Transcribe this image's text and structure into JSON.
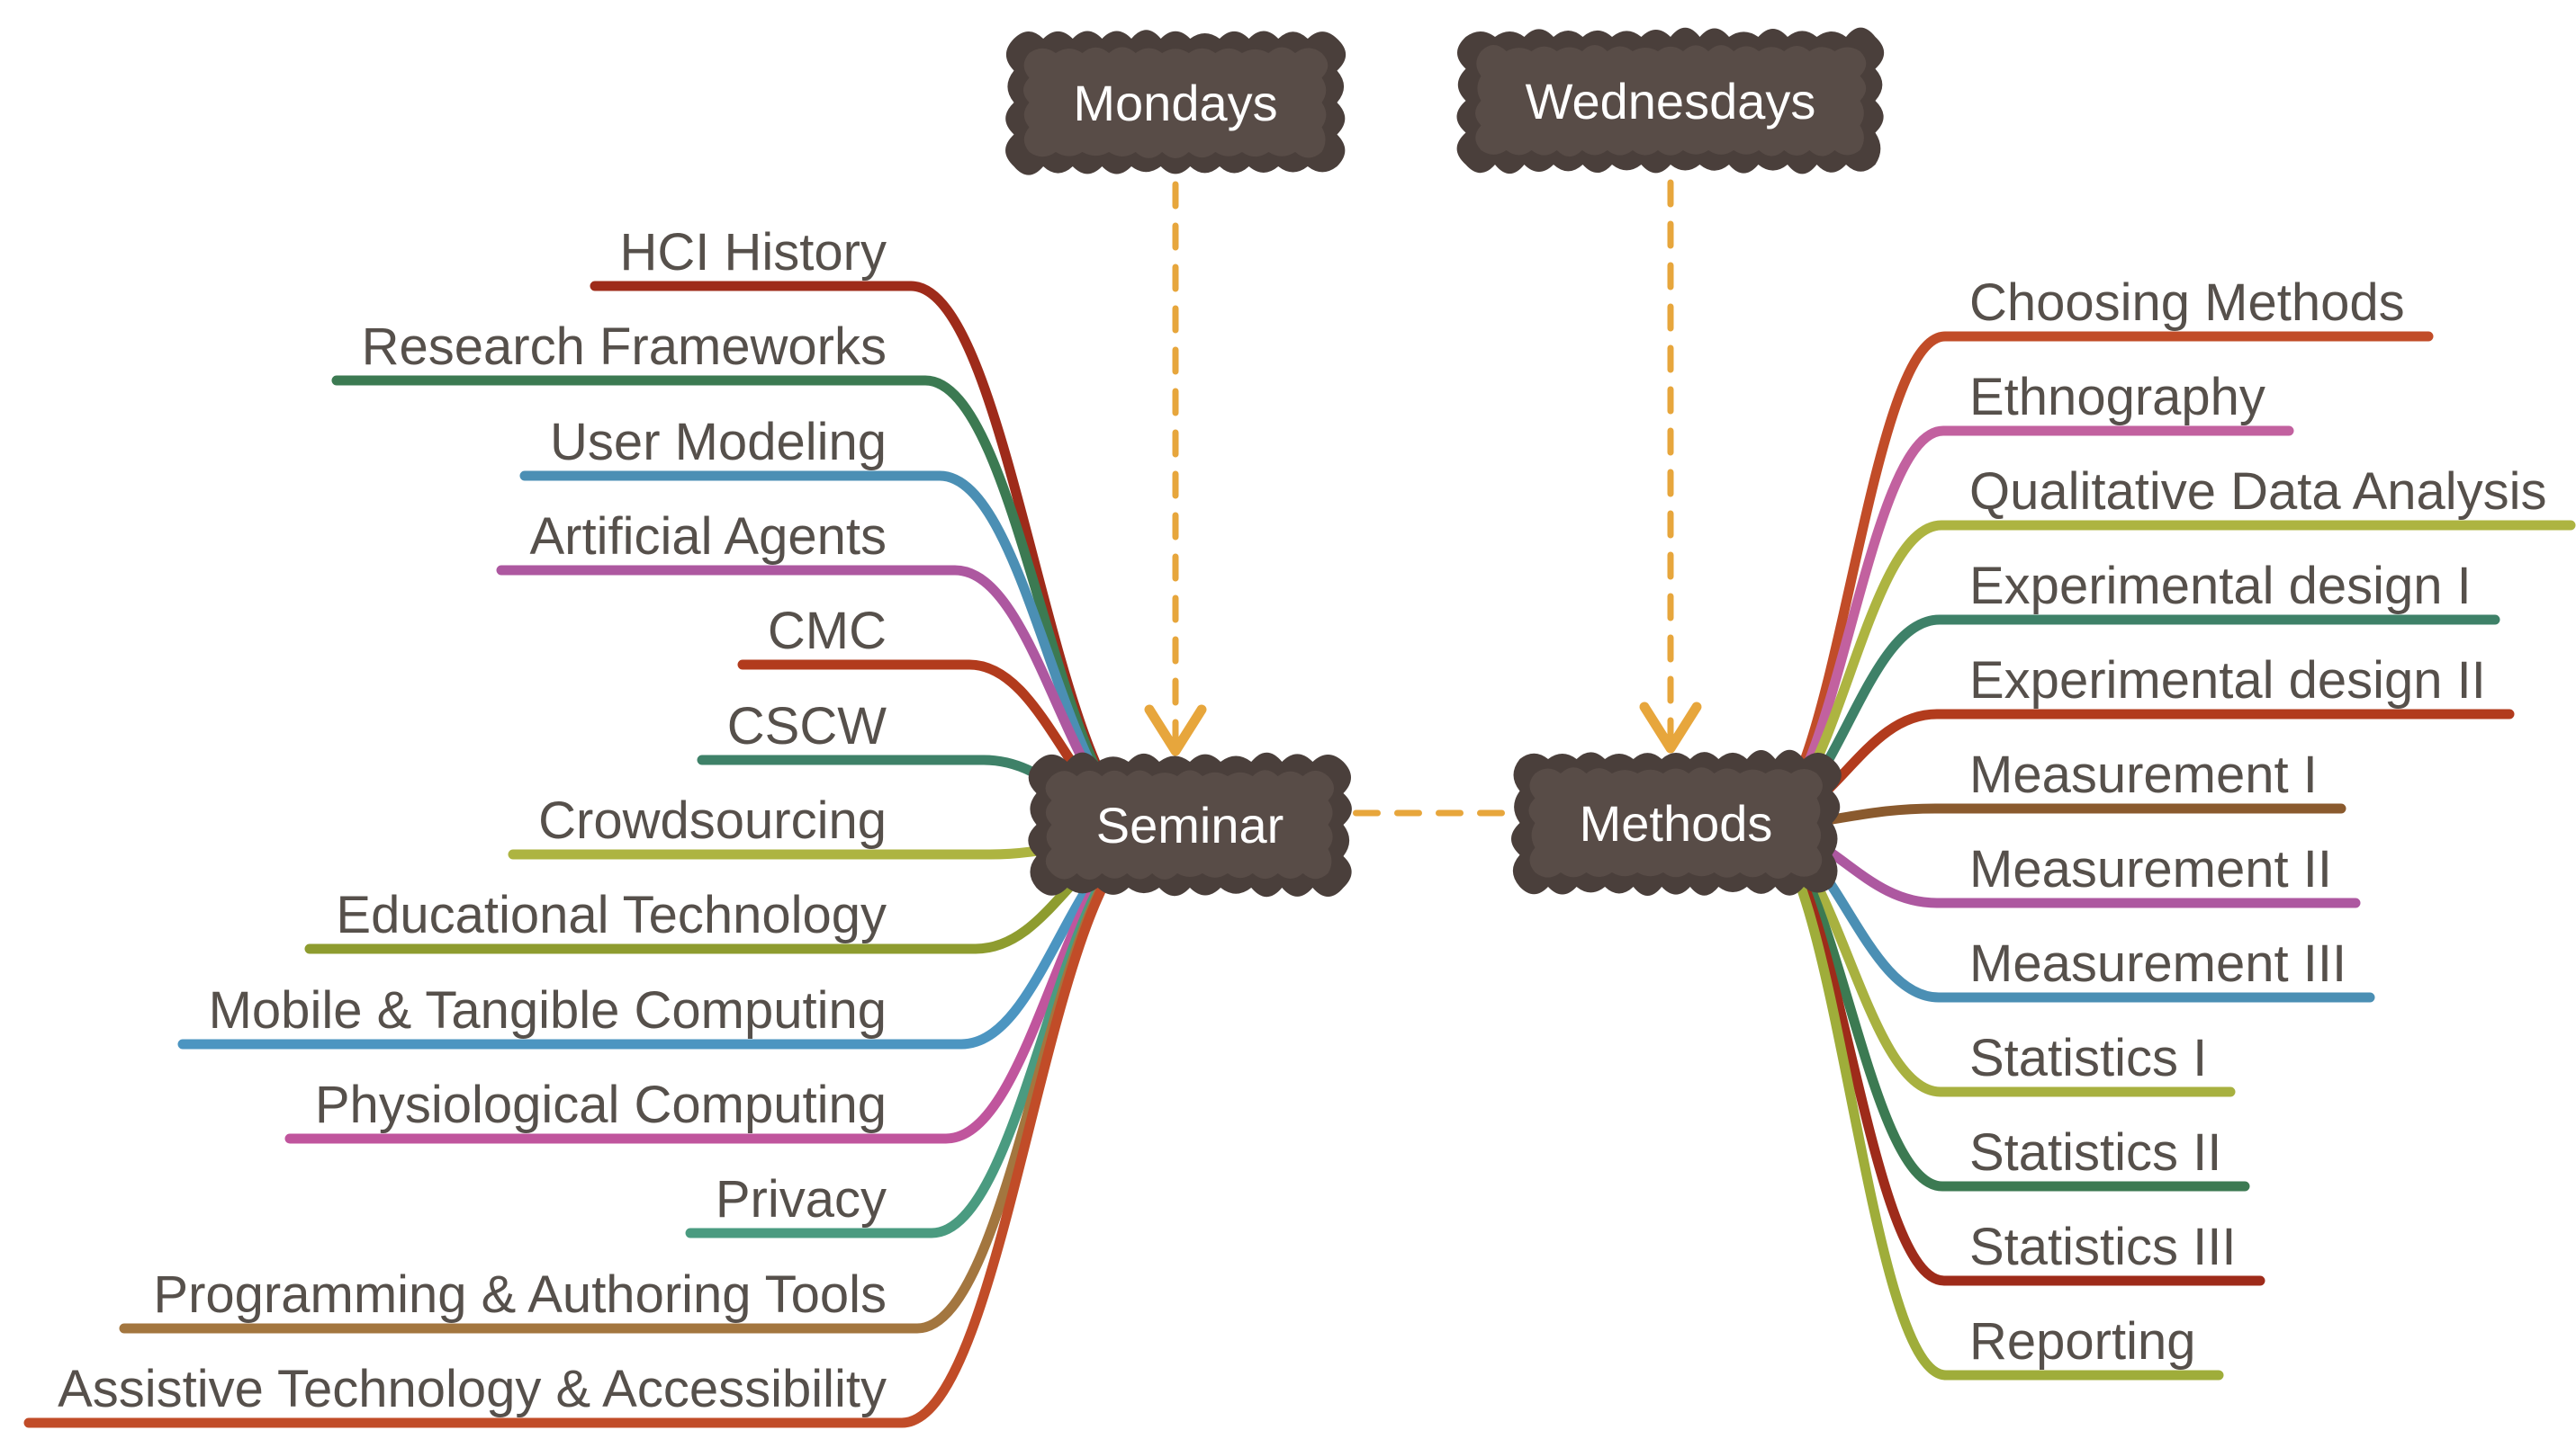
{
  "nodes": {
    "mondays": {
      "label": "Mondays"
    },
    "wednesdays": {
      "label": "Wednesdays"
    },
    "seminar": {
      "label": "Seminar"
    },
    "methods": {
      "label": "Methods"
    }
  },
  "seminar_branches": [
    {
      "label": "HCI History",
      "color": "#9E2B1A"
    },
    {
      "label": "Research Frameworks",
      "color": "#3C7A52"
    },
    {
      "label": "User Modeling",
      "color": "#4B8FB4"
    },
    {
      "label": "Artificial Agents",
      "color": "#AD58A0"
    },
    {
      "label": "CMC",
      "color": "#B23B1D"
    },
    {
      "label": "CSCW",
      "color": "#3E8168"
    },
    {
      "label": "Crowdsourcing",
      "color": "#ADB441"
    },
    {
      "label": "Educational Technology",
      "color": "#8E9C2F"
    },
    {
      "label": "Mobile & Tangible Computing",
      "color": "#4C95C1"
    },
    {
      "label": "Physiological Computing",
      "color": "#C0559D"
    },
    {
      "label": "Privacy",
      "color": "#4A9B80"
    },
    {
      "label": "Programming & Authoring Tools",
      "color": "#A3763F"
    },
    {
      "label": "Assistive Technology & Accessibility",
      "color": "#C14C28"
    }
  ],
  "methods_branches": [
    {
      "label": "Choosing Methods",
      "color": "#C14C28"
    },
    {
      "label": "Ethnography",
      "color": "#C2619F"
    },
    {
      "label": "Qualitative Data Analysis",
      "color": "#ADB441"
    },
    {
      "label": "Experimental design I",
      "color": "#3E8168"
    },
    {
      "label": "Experimental design II",
      "color": "#B23B1D"
    },
    {
      "label": "Measurement I",
      "color": "#8A5A2E"
    },
    {
      "label": "Measurement II",
      "color": "#AD58A0"
    },
    {
      "label": "Measurement III",
      "color": "#4B8FB4"
    },
    {
      "label": "Statistics I",
      "color": "#A8B140"
    },
    {
      "label": "Statistics II",
      "color": "#3C7A52"
    },
    {
      "label": "Statistics III",
      "color": "#9E2B1A"
    },
    {
      "label": "Reporting",
      "color": "#9FAD3A"
    }
  ],
  "connections": [
    {
      "from": "Mondays",
      "to": "Seminar",
      "style": "dashed-arrow"
    },
    {
      "from": "Wednesdays",
      "to": "Methods",
      "style": "dashed-arrow"
    },
    {
      "from": "Seminar",
      "to": "Methods",
      "style": "dashed-line"
    }
  ],
  "style": {
    "node_fill": "#584C47",
    "node_border": "#4A3F3B",
    "node_text": "#FFFFFF",
    "label_text": "#56504B",
    "connector": "#E7A63C",
    "background": "#FFFFFF"
  }
}
